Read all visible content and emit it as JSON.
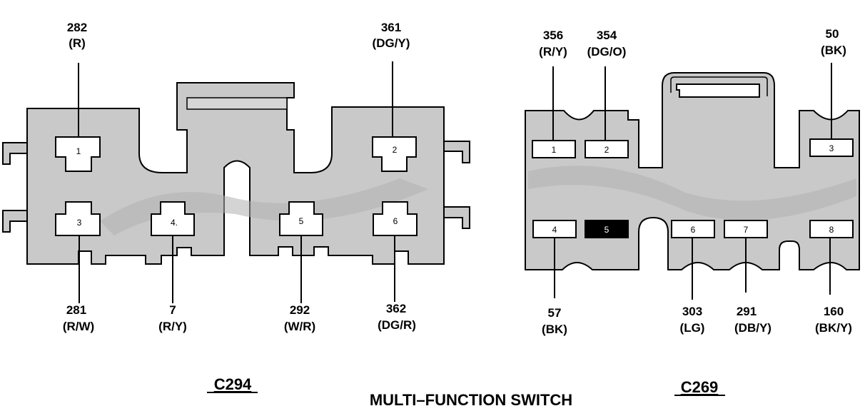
{
  "caption": "MULTI–FUNCTION SWITCH",
  "connectors": [
    {
      "name": "C294",
      "pins": [
        {
          "pin": "1",
          "circuit": "282",
          "color": "(R)"
        },
        {
          "pin": "2",
          "circuit": "361",
          "color": "(DG/Y)"
        },
        {
          "pin": "3",
          "circuit": "281",
          "color": "(R/W)"
        },
        {
          "pin": "4",
          "pin_label": "4.",
          "circuit": "7",
          "color": "(R/Y)"
        },
        {
          "pin": "5",
          "circuit": "292",
          "color": "(W/R)"
        },
        {
          "pin": "6",
          "circuit": "362",
          "color": "(DG/R)"
        }
      ]
    },
    {
      "name": "C269",
      "pins": [
        {
          "pin": "1",
          "circuit": "356",
          "color": "(R/Y)"
        },
        {
          "pin": "2",
          "circuit": "354",
          "color": "(DG/O)"
        },
        {
          "pin": "3",
          "circuit": "50",
          "color": "(BK)"
        },
        {
          "pin": "4",
          "circuit": "57",
          "color": "(BK)"
        },
        {
          "pin": "5",
          "circuit": "",
          "color": "",
          "blocked": true
        },
        {
          "pin": "6",
          "circuit": "303",
          "color": "(LG)"
        },
        {
          "pin": "7",
          "circuit": "291",
          "color": "(DB/Y)"
        },
        {
          "pin": "8",
          "circuit": "160",
          "color": "(BK/Y)"
        }
      ]
    }
  ],
  "colors": {
    "housing": "#c9c9c9",
    "housing_shade": "#b4b4b4",
    "socket": "#ffffff",
    "blocked_socket": "#000000"
  }
}
